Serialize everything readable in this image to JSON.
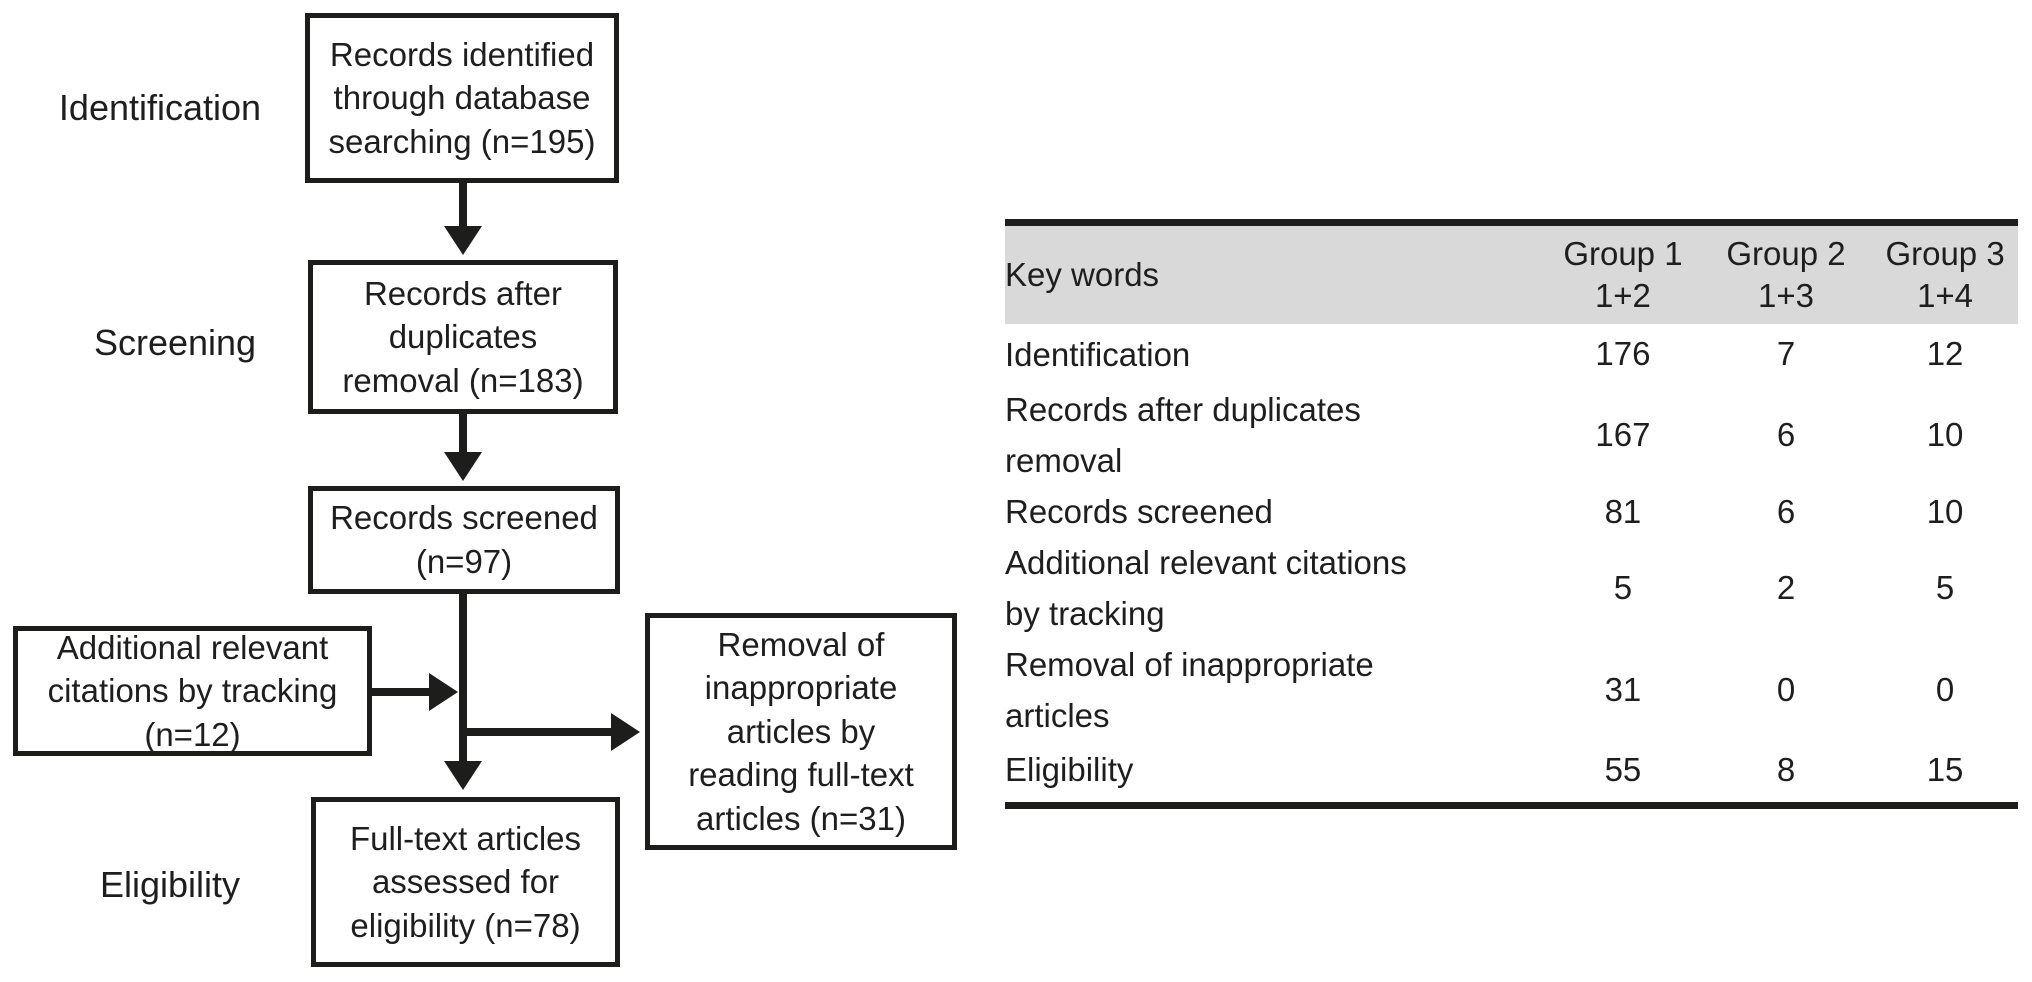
{
  "colors": {
    "line": "#1d1d1b",
    "table_header_bg": "#d9d9d9",
    "text": "#1e1e1e",
    "background": "#ffffff"
  },
  "flowchart": {
    "stage_labels": [
      "Identification",
      "Screening",
      "Eligibility"
    ],
    "boxes": {
      "identified": "Records identified\nthrough database\nsearching (n=195)",
      "after_duplicates": "Records after\nduplicates\nremoval (n=183)",
      "screened": "Records screened\n(n=97)",
      "additional": "Additional relevant\ncitations by tracking\n(n=12)",
      "removal": "Removal of\ninappropriate\narticles by\nreading full-text\narticles (n=31)",
      "fulltext": "Full-text articles\nassessed for\neligibility (n=78)"
    }
  },
  "table": {
    "header": {
      "keywords": "Key words",
      "groups": [
        {
          "label": "Group 1",
          "sub": "1+2"
        },
        {
          "label": "Group 2",
          "sub": "1+3"
        },
        {
          "label": "Group 3",
          "sub": "1+4"
        }
      ]
    },
    "rows": [
      {
        "label": "Identification",
        "values": [
          "176",
          "7",
          "12"
        ]
      },
      {
        "label": "Records after duplicates\nremoval",
        "values": [
          "167",
          "6",
          "10"
        ]
      },
      {
        "label": "Records screened",
        "values": [
          "81",
          "6",
          "10"
        ]
      },
      {
        "label": "Additional relevant citations\nby tracking",
        "values": [
          "5",
          "2",
          "5"
        ]
      },
      {
        "label": "Removal of inappropriate\narticles",
        "values": [
          "31",
          "0",
          "0"
        ]
      },
      {
        "label": "Eligibility",
        "values": [
          "55",
          "8",
          "15"
        ]
      }
    ]
  }
}
